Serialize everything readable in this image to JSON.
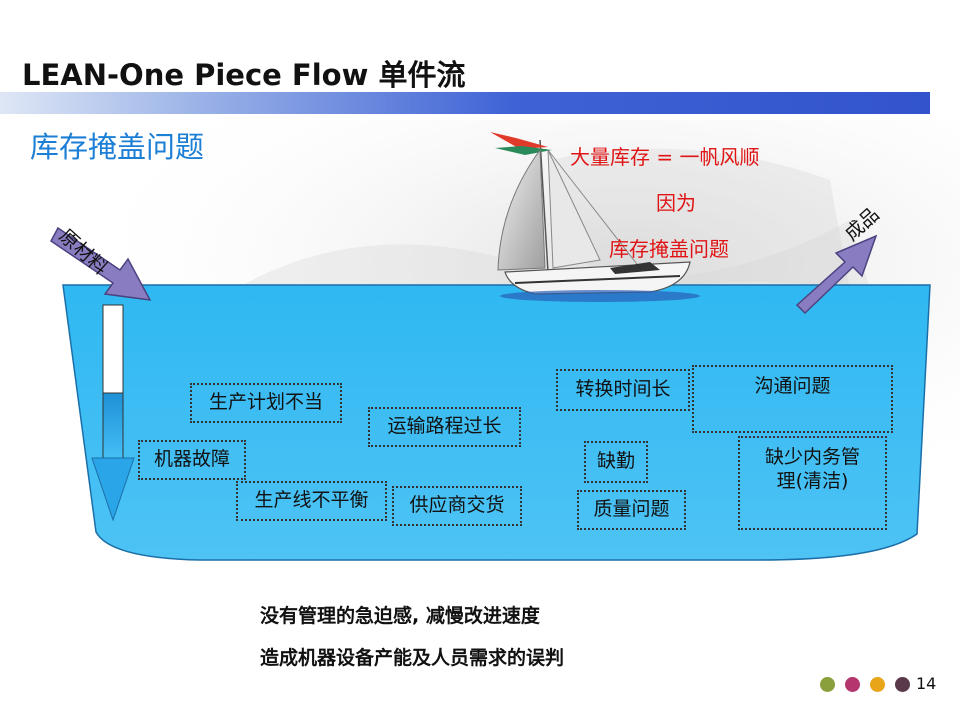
{
  "header": {
    "title": "LEAN-One Piece Flow 单件流"
  },
  "slide": {
    "subtitle": "库存掩盖问题"
  },
  "annotations": {
    "inventory_line1": "大量库存 = 一帆风顺",
    "inventory_line2": "因为",
    "inventory_line3": "库存掩盖问题"
  },
  "arrows": {
    "raw_material": "原材料",
    "finished_goods": "成品"
  },
  "problems": {
    "production_plan": "生产计划不当",
    "transport_route": "运输路程过长",
    "machine_failure": "机器故障",
    "line_imbalance": "生产线不平衡",
    "supplier_delivery": "供应商交货",
    "changeover_time": "转换时间长",
    "communication": "沟通问题",
    "absence": "缺勤",
    "housekeeping_line1": "缺少内务管",
    "housekeeping_line2": "理(清洁)",
    "quality": "质量问题"
  },
  "conclusions": {
    "line1": "没有管理的急迫感, 减慢改进速度",
    "line2": "造成机器设备产能及人员需求的误判"
  },
  "footer": {
    "page_number": "14",
    "dot_colors": [
      "#8aa03c",
      "#b3366e",
      "#e8a51a",
      "#5a3a4a"
    ]
  },
  "colors": {
    "water": "#29b6f0",
    "arrow_purple": "#8a7cc0",
    "title_bar": "#3f63d6",
    "subtitle": "#1c7fd6",
    "alert_text": "#e01414"
  }
}
